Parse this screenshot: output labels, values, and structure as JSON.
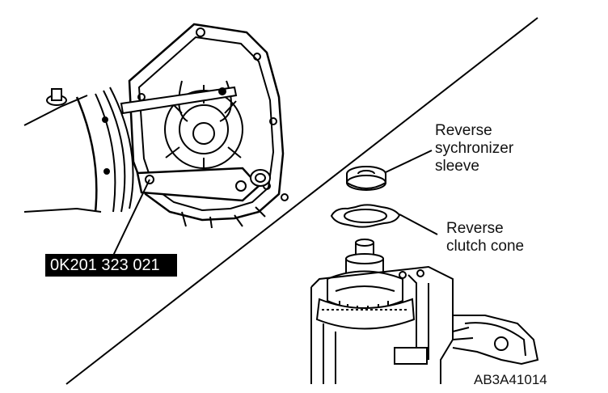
{
  "figure_code": "AB3A41014",
  "tool_part_number": "0K201 323 021",
  "callouts": [
    {
      "id": "reverse-synchronizer-sleeve",
      "lines": [
        "Reverse",
        "sychronizer",
        "sleeve"
      ]
    },
    {
      "id": "reverse-clutch-cone",
      "lines": [
        "Reverse",
        "clutch cone"
      ]
    }
  ]
}
